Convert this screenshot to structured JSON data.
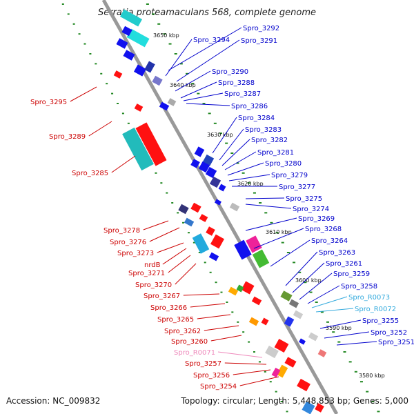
{
  "title": "Serratia proteamaculans 568, complete genome",
  "footer": {
    "accession": "Accession: NC_009832",
    "topology": "Topology: circular; Length: 5,448,853 bp; Genes: 5,000"
  },
  "colors": {
    "backbone": "#9a9a9a",
    "forward_label": "#0000cc",
    "reverse_label": "#cc0000",
    "rna_label": "#33aadd",
    "pseudo_label": "#ee88bb",
    "gc_dots": "#228822"
  },
  "kbp_ticks": [
    "3650 kbp",
    "3640 kbp",
    "3630 kbp",
    "3620 kbp",
    "3610 kbp",
    "3600 kbp",
    "3590 kbp",
    "3580 kbp"
  ],
  "forward_labels": [
    "Spro_3292",
    "Spro_3294",
    "Spro_3291",
    "Spro_3290",
    "Spro_3288",
    "Spro_3287",
    "Spro_3286",
    "Spro_3284",
    "Spro_3283",
    "Spro_3282",
    "Spro_3281",
    "Spro_3280",
    "Spro_3279",
    "Spro_3277",
    "Spro_3275",
    "Spro_3274",
    "Spro_3269",
    "Spro_3268",
    "Spro_3264",
    "Spro_3263",
    "Spro_3261",
    "Spro_3259",
    "Spro_3258",
    "Spro_R0073",
    "Spro_R0072",
    "Spro_3255",
    "Spro_3252",
    "Spro_3251"
  ],
  "reverse_labels": [
    "Spro_3295",
    "Spro_3289",
    "Spro_3285",
    "Spro_3278",
    "Spro_3276",
    "Spro_3273",
    "nrdB",
    "Spro_3271",
    "Spro_3270",
    "Spro_3267",
    "Spro_3266",
    "Spro_3265",
    "Spro_3262",
    "Spro_3260",
    "Spro_R0071",
    "Spro_3257",
    "Spro_3256",
    "Spro_3254"
  ]
}
